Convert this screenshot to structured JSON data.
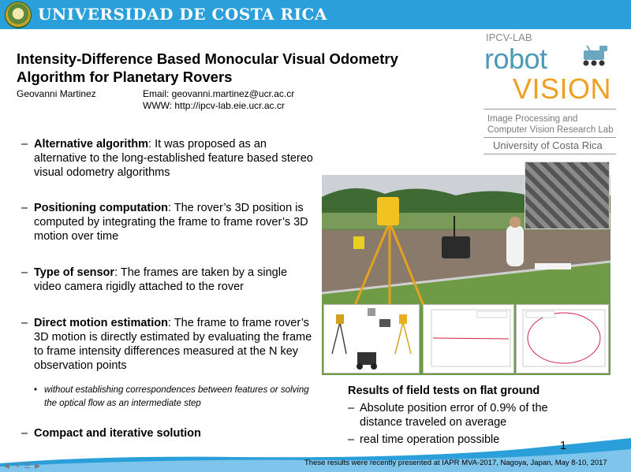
{
  "header": {
    "university": "UNIVERSIDAD DE COSTA RICA"
  },
  "title": "Intensity-Difference Based Monocular Visual Odometry Algorithm for Planetary Rovers",
  "author": {
    "name": "Geovanni Martinez",
    "email": "Email: geovanni.martinez@ucr.ac.cr",
    "www": "WWW: http://ipcv-lab.eie.ucr.ac.cr"
  },
  "logo": {
    "lab": "IPCV-LAB",
    "word1": "robot",
    "word2": "VISION",
    "subtitle_line1": "Image Processing and",
    "subtitle_line2": "Computer Vision Research Lab",
    "university": "University of Costa Rica"
  },
  "bullets": [
    {
      "dash": "–",
      "heading": "Alternative algorithm",
      "body": ": It was proposed as an alternative to the long-established feature based stereo visual odometry algorithms"
    },
    {
      "dash": "–",
      "heading": "Positioning computation",
      "body": ": The rover’s 3D position is computed by integrating the frame to frame rover’s 3D motion over time"
    },
    {
      "dash": "–",
      "heading": "Type of sensor",
      "body": ": The frames are taken by a single video camera rigidly attached to the rover"
    },
    {
      "dash": "–",
      "heading": "Direct motion estimation",
      "body": ": The frame to frame rover’s 3D motion is directly estimated by evaluating the frame to frame intensity differences measured at the N key observation points"
    },
    {
      "dash": "–",
      "heading": "Compact and iterative solution",
      "body": ""
    }
  ],
  "sub_bullet": {
    "dot": "•",
    "text": "without establishing correspondences between features or solving the optical flow as an intermediate step"
  },
  "results": {
    "title": "Results of field tests on flat ground",
    "items": [
      {
        "dash": "–",
        "text": "Absolute position error of 0.9% of the distance traveled on average"
      },
      {
        "dash": "–",
        "text": "real time operation possible"
      }
    ]
  },
  "slide_number": "1",
  "footer": "These results were recently presented at IAPR MVA-2017, Nagoya, Japan, May 8-10, 2017",
  "nav_icons": [
    "arrow-left-icon",
    "pen-icon",
    "menu-icon",
    "arrow-right-icon"
  ],
  "colors": {
    "header_blue": "#2b9fd9",
    "robot_blue": "#4a9ab8",
    "vision_orange": "#f0a020"
  }
}
